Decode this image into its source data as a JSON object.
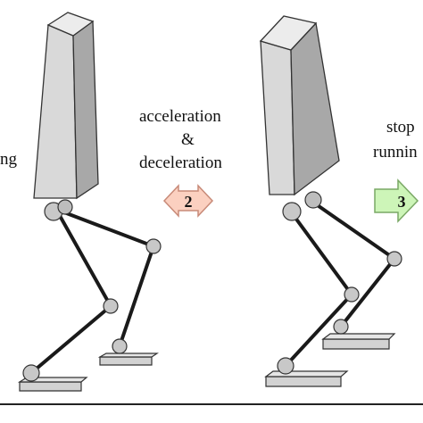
{
  "left_label_fragment": "ng",
  "transition_2": {
    "line1": "acceleration",
    "line2": "&",
    "line3": "deceleration",
    "step": "2",
    "arrow_fill": "#fbd0c0",
    "arrow_stroke": "#c88a78"
  },
  "transition_3": {
    "line1": "stop",
    "line2": "runnin",
    "step": "3",
    "arrow_fill": "#cdf5b8",
    "arrow_stroke": "#7aa865"
  },
  "colors": {
    "body_light": "#d8d8d8",
    "body_dark": "#a9a9a9",
    "leg_link": "#1a1a1a",
    "joint": "#c8c8c8",
    "foot": "#d0d0d0"
  }
}
